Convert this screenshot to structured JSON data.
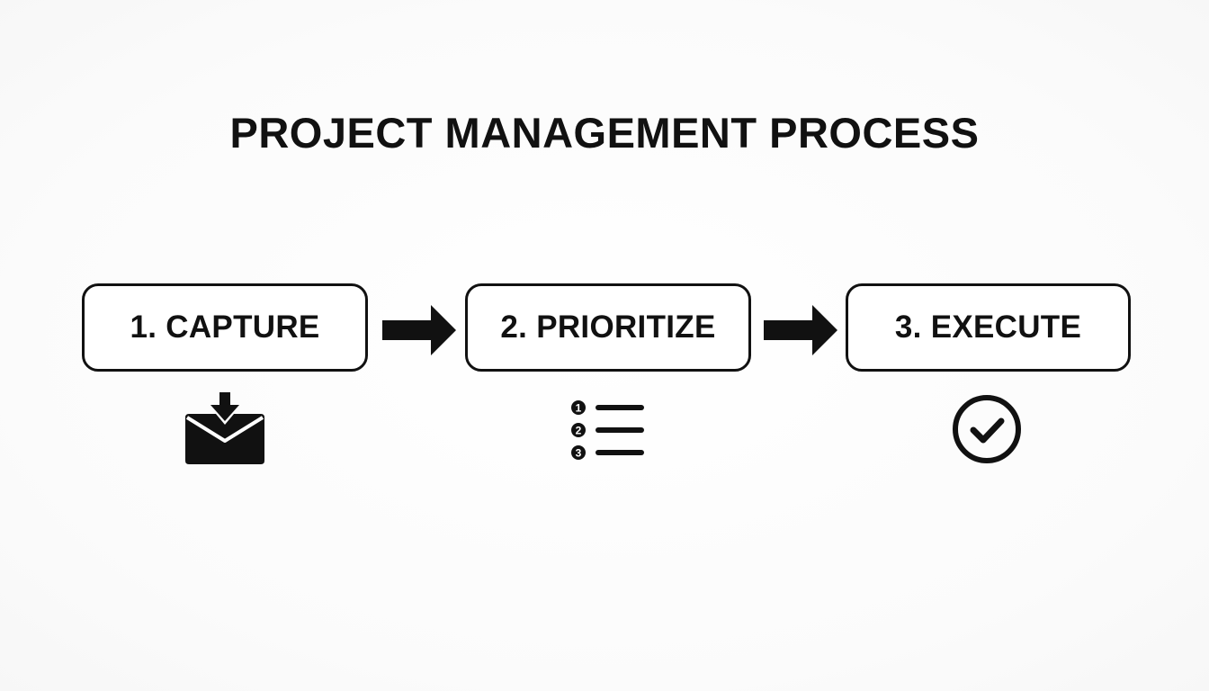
{
  "title": "PROJECT MANAGEMENT PROCESS",
  "steps": [
    {
      "label": "1. CAPTURE",
      "icon": "inbox-download-icon"
    },
    {
      "label": "2. PRIORITIZE",
      "icon": "numbered-list-icon"
    },
    {
      "label": "3. EXECUTE",
      "icon": "check-circle-icon"
    }
  ],
  "list_numbers": [
    "1",
    "2",
    "3"
  ],
  "colors": {
    "ink": "#111111",
    "background": "#ffffff"
  }
}
